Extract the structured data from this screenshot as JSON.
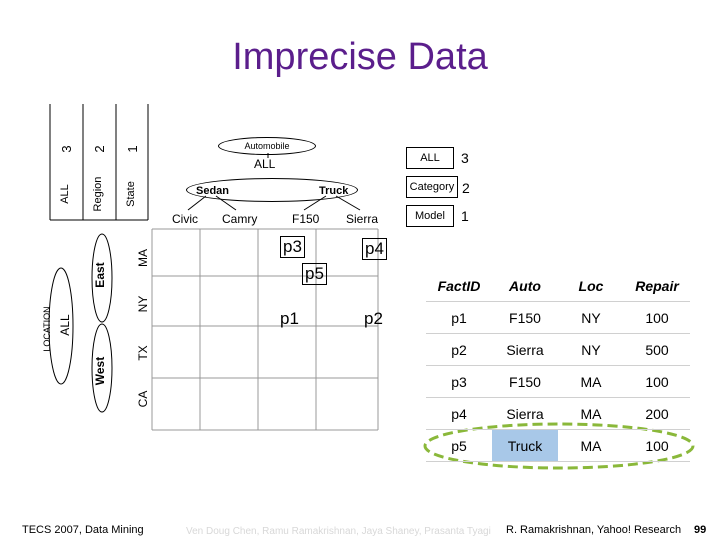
{
  "title": "Imprecise Data",
  "location_hierarchy": {
    "level_numbers": [
      "3",
      "2",
      "1"
    ],
    "level_names": [
      "ALL",
      "Region",
      "State"
    ],
    "dimension_label": "LOCATION",
    "all_label": "ALL",
    "regions": [
      "East",
      "West"
    ],
    "states": [
      "MA",
      "NY",
      "TX",
      "CA"
    ]
  },
  "automobile_hierarchy": {
    "root_label": "Automobile",
    "all_label": "ALL",
    "categories": [
      "Sedan",
      "Truck"
    ],
    "models": [
      "Civic",
      "Camry",
      "F150",
      "Sierra"
    ],
    "levels": [
      {
        "name": "ALL",
        "number": "3"
      },
      {
        "name": "Category",
        "number": "2"
      },
      {
        "name": "Model",
        "number": "1"
      }
    ]
  },
  "points": [
    "p3",
    "p4",
    "p5",
    "p1",
    "p2"
  ],
  "fact_table": {
    "headers": [
      "FactID",
      "Auto",
      "Loc",
      "Repair"
    ],
    "rows": [
      [
        "p1",
        "F150",
        "NY",
        "100"
      ],
      [
        "p2",
        "Sierra",
        "NY",
        "500"
      ],
      [
        "p3",
        "F150",
        "MA",
        "100"
      ],
      [
        "p4",
        "Sierra",
        "MA",
        "200"
      ],
      [
        "p5",
        "Truck",
        "MA",
        "100"
      ]
    ]
  },
  "footer": {
    "left": "TECS 2007, Data Mining",
    "center": "Ven Doug Chen, Ramu Ramakrishnan, Jaya Shaney, Prasanta Tyagi",
    "right": "R. Ramakrishnan, Yahoo! Research",
    "page": "99"
  },
  "colors": {
    "title": "#5b1e8c",
    "ellipse": "#8ab83a",
    "highlight": "#a8c8e8"
  }
}
